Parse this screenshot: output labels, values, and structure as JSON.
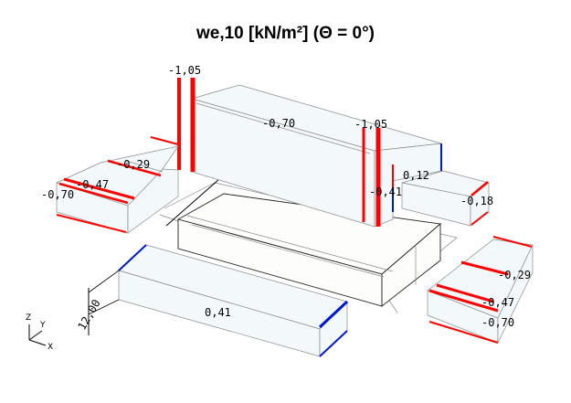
{
  "title": "we,10 [kN/m²] (Θ = 0°)",
  "colors": {
    "suction": "#ff0000",
    "pressure": "#0018d0"
  },
  "labels": {
    "tall_wall_top_left": "-1,05",
    "tall_wall_face": "-0,70",
    "tall_wall_top_right": "-1,05",
    "wall_end_upper": "0,12",
    "wall_end_lower": "-0,41",
    "right_mid_box": "-0,18",
    "left_box_1": "-0,29",
    "left_box_2": "-0,47",
    "left_box_3": "-0,70",
    "front_box": "0,41",
    "right_box_1": "-0,29",
    "right_box_2": "-0,47",
    "right_box_3": "-0,70"
  },
  "dimension": "12,00",
  "axes": {
    "x": "X",
    "y": "Y",
    "z": "Z"
  }
}
